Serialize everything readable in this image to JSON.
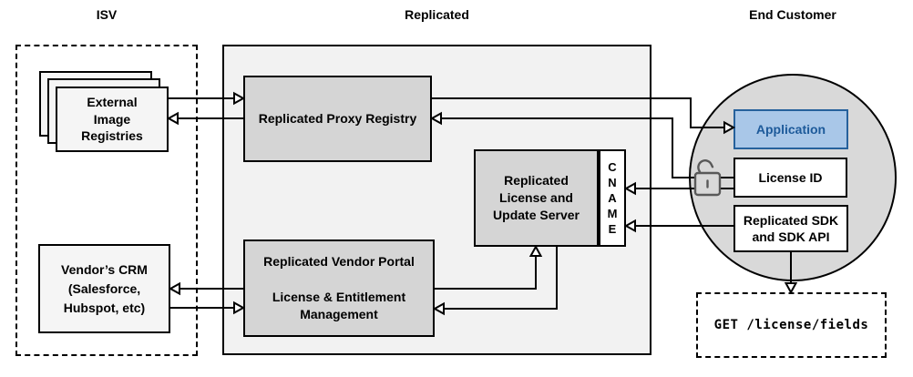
{
  "diagram": {
    "sections": {
      "isv": {
        "label": "ISV"
      },
      "replicated": {
        "label": "Replicated"
      },
      "end_customer": {
        "label": "End Customer"
      }
    },
    "nodes": {
      "external_image_registries": {
        "label": "External\nImage\nRegistries"
      },
      "vendors_crm": {
        "label": "Vendor’s CRM\n(Salesforce,\nHubspot, etc)"
      },
      "replicated_proxy_registry": {
        "label": "Replicated Proxy Registry"
      },
      "replicated_license_update_server": {
        "label": "Replicated\nLicense and\nUpdate Server"
      },
      "cname": {
        "label": "C\nN\nA\nM\nE"
      },
      "replicated_vendor_portal": {
        "label": "Replicated Vendor Portal\n\nLicense & Entitlement\nManagement"
      },
      "application": {
        "label": "Application"
      },
      "license_id": {
        "label": "License ID"
      },
      "replicated_sdk": {
        "label": "Replicated SDK\nand SDK API"
      },
      "get_license_fields": {
        "label": "GET /license/fields"
      }
    },
    "icons": {
      "lock": "open-padlock-icon"
    },
    "colors": {
      "container_fill": "#f2f2f2",
      "node_fill": "#d5d5d5",
      "light_node_fill": "#f5f5f5",
      "circle_fill": "#d9d9d9",
      "application_fill": "#a9c7e8",
      "application_border": "#26619c",
      "application_text": "#1d5a9a",
      "line": "#000000",
      "lock": "#595959"
    }
  }
}
